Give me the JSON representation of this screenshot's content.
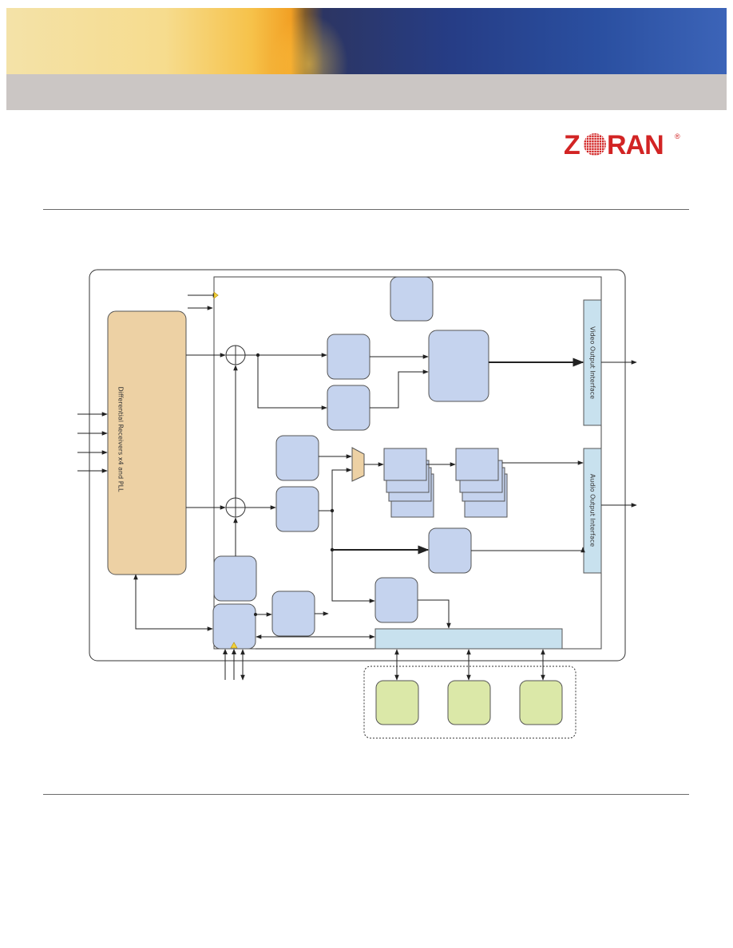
{
  "logo": {
    "text": "ZORAN",
    "registered": "®"
  },
  "diagram": {
    "labels": {
      "receivers": "Differential Receivers x4 and PLL",
      "video_output": "Video Output Interface",
      "audio_output": "Audio Output Interface"
    }
  },
  "colors": {
    "banner_dark": "#263d86",
    "banner_gold": "#f6c24a",
    "grey_bar": "#cbc6c4",
    "receiver_block": "#edd1a4",
    "core_block": "#c5d3ee",
    "interface_bar": "#c8e1ee",
    "external_block": "#dbe8a8",
    "logo_red": "#d22424"
  },
  "icons": {
    "logo": "zoran-logo",
    "summing": "adder-symbol",
    "mux": "multiplexer-symbol"
  }
}
